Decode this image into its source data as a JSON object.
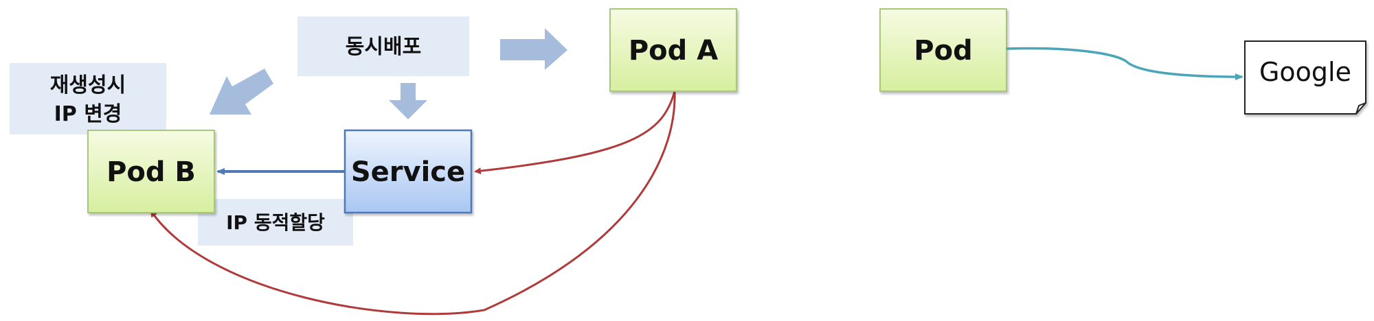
{
  "nodes": {
    "pod_a": "Pod A",
    "pod_b": "Pod B",
    "service": "Service",
    "pod": "Pod",
    "google": "Google"
  },
  "labels": {
    "simultaneous_deploy": "동시배포",
    "recreate_ip_change_line1": "재생성시",
    "recreate_ip_change_line2": "IP 변경",
    "ip_dynamic_assign": "IP 동적할당"
  },
  "colors": {
    "pod_fill_top": "#f6fbe3",
    "pod_fill_bottom": "#d6ef9e",
    "pod_border": "#a9c77a",
    "service_fill_top": "#eef4ff",
    "service_fill_bottom": "#a9c6f2",
    "service_border": "#4f79b5",
    "label_fill": "#e3ebf6",
    "block_arrow": "#a6bcdc",
    "red_arrow": "#b03a3a",
    "blue_arrow": "#4f79b5",
    "teal_arrow": "#4aa5b8"
  }
}
